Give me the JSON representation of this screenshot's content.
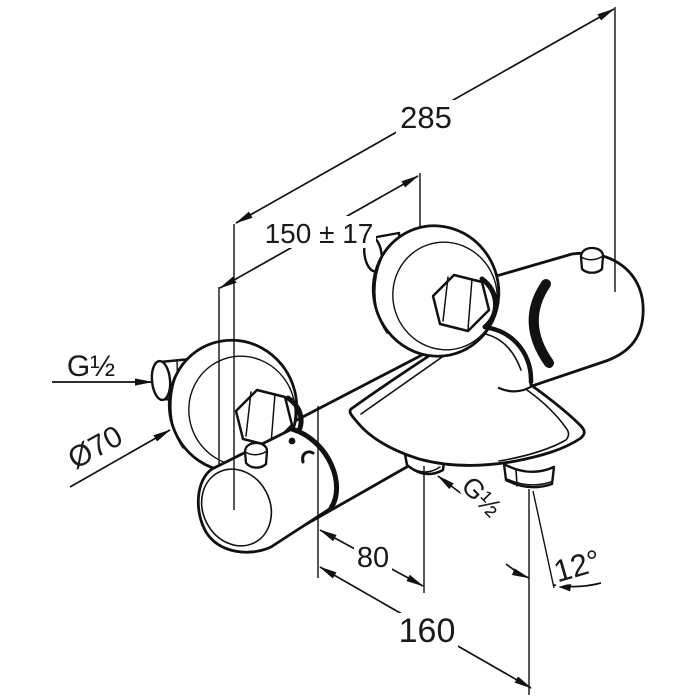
{
  "drawing": {
    "subject": "Wall-mounted thermostatic bath and shower mixer tap — dimensioned technical line drawing",
    "paper_color": "#ffffff",
    "ink_color": "#111111",
    "labels": {
      "overall_width_mm": "285",
      "connection_centers_mm": "150 ± 17",
      "inlet_thread": "G½",
      "escutcheon_diameter": "Ø70",
      "shower_outlet_thread": "G½",
      "wall_to_shower_outlet_mm": "80",
      "wall_to_spout_tip_mm": "160",
      "spout_down_angle": "12°"
    }
  }
}
